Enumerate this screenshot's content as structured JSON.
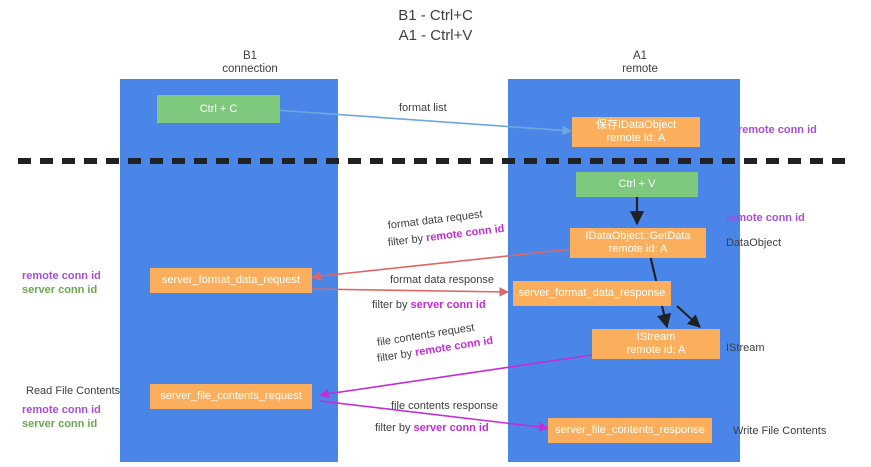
{
  "title": "B1 - Ctrl+C\nA1 - Ctrl+V",
  "columns": {
    "left": {
      "header": "B1\nconnection"
    },
    "right": {
      "header": "A1\nremote"
    }
  },
  "colors": {
    "lane": "#4a86e8",
    "green_box": "#7fc97f",
    "orange_box": "#fbaf5d",
    "remote_conn_id": "#a64ddb",
    "server_conn_id": "#6aa84f",
    "arrow_format_list": "#6fa8dc",
    "arrow_format_data": "#e06666",
    "arrow_file_contents": "#c52bd6",
    "arrow_black": "#202124",
    "divider": "#202124",
    "text": "#3c4043"
  },
  "nodes": {
    "ctrl_c": "Ctrl + C",
    "save_idataobject": "保存IDataObject\nremote id: A",
    "ctrl_v": "Ctrl + V",
    "getdata": "IDataObject::GetData\nremote id: A",
    "server_format_data_request": "server_format_data_request",
    "server_format_data_response": "server_format_data_response",
    "istream": "IStream\nremote id: A",
    "server_file_contents_request": "server_file_contents_request",
    "server_file_contents_response": "server_file_contents_response"
  },
  "annotations": {
    "format_list": "format list",
    "format_data_request": "format data request",
    "format_data_request_filter_prefix": "filter by ",
    "format_data_request_filter_key": "remote conn id",
    "format_data_response": "format data response",
    "format_data_response_filter_prefix": "filter by ",
    "format_data_response_filter_key": "server conn id",
    "file_contents_request": "file contents request",
    "file_contents_request_filter_prefix": "filter by ",
    "file_contents_request_filter_key": "remote conn id",
    "file_contents_response": "file contents response",
    "file_contents_response_filter_prefix": "filter by ",
    "file_contents_response_filter_key": "server conn id"
  },
  "right_labels": {
    "remote_conn_id_top": "remote conn id",
    "remote_conn_id_mid": "remote conn id",
    "data_object": "DataObject",
    "istream": "IStream",
    "write_file_contents": "Write File Contents"
  },
  "left_labels": {
    "remote_conn_id_mid": "remote conn id",
    "server_conn_id_mid": "server conn id",
    "read_file_contents": "Read File Contents",
    "remote_conn_id_bottom": "remote conn id",
    "server_conn_id_bottom": "server conn id"
  }
}
